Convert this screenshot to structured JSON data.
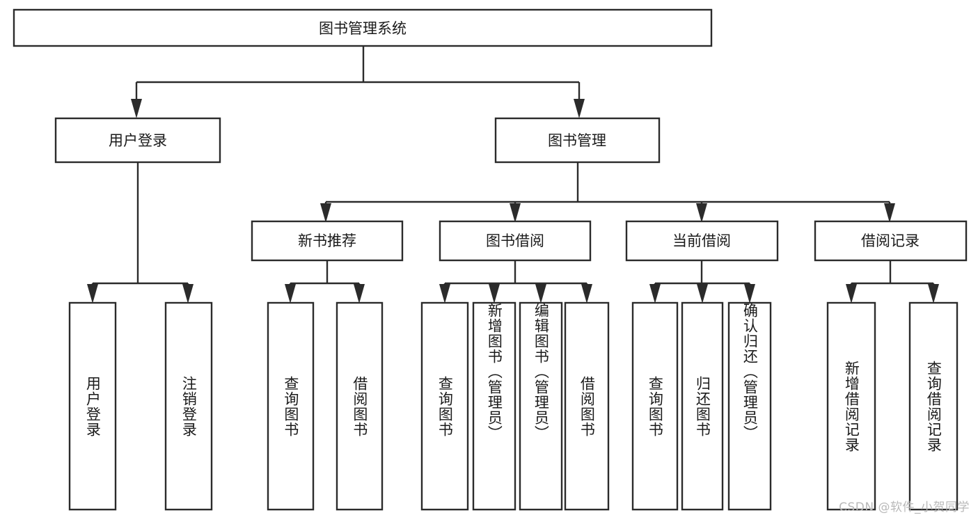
{
  "diagram": {
    "type": "tree-hierarchy-chart",
    "title": "图书管理系统",
    "orientation": "top-down",
    "colors": {
      "box_stroke": "#2b2b2b",
      "box_fill": "#ffffff",
      "text": "#1a1a1a",
      "background": "#ffffff",
      "watermark": "#b9b9b9"
    },
    "levels": 4
  },
  "root": {
    "label": "图书管理系统"
  },
  "level2": [
    {
      "label": "用户登录"
    },
    {
      "label": "图书管理"
    }
  ],
  "level3": [
    {
      "label": "新书推荐"
    },
    {
      "label": "图书借阅"
    },
    {
      "label": "当前借阅"
    },
    {
      "label": "借阅记录"
    }
  ],
  "leaves": {
    "user_login": [
      {
        "label": "用户登录"
      },
      {
        "label": "注销登录"
      }
    ],
    "new_book_recommend": [
      {
        "label": "查询图书"
      },
      {
        "label": "借阅图书"
      }
    ],
    "book_borrow": [
      {
        "label": "查询图书"
      },
      {
        "label": "新增图书（管理员）"
      },
      {
        "label": "编辑图书（管理员）"
      },
      {
        "label": "借阅图书"
      }
    ],
    "current_borrow": [
      {
        "label": "查询图书"
      },
      {
        "label": "归还图书"
      },
      {
        "label": "确认归还（管理员）"
      }
    ],
    "borrow_record": [
      {
        "label": "新增借阅记录"
      },
      {
        "label": "查询借阅记录"
      }
    ]
  },
  "watermark": {
    "text": "CSDN @软件_小贺同学"
  }
}
